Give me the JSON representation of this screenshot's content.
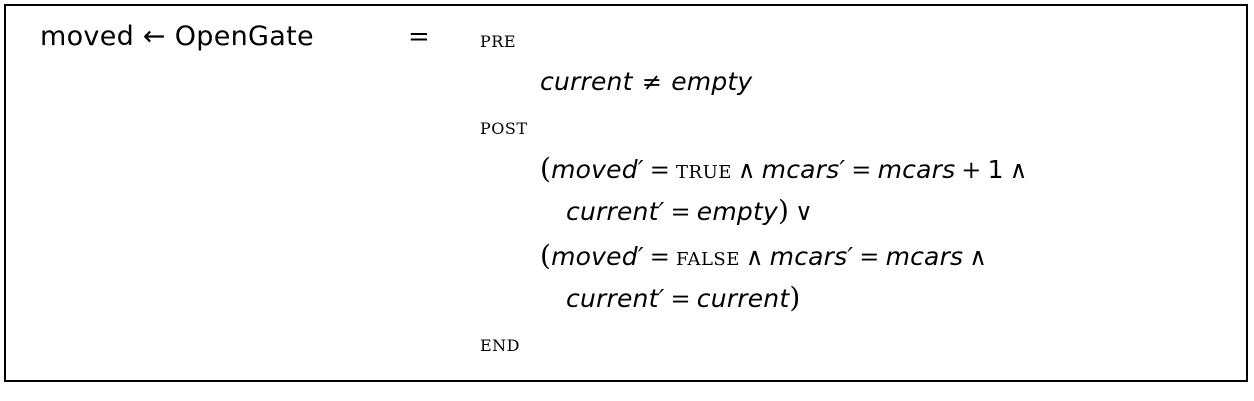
{
  "figure": {
    "signature": {
      "output_var": "moved",
      "assign_arrow": "←",
      "operation_name": "OpenGate",
      "equals": "=",
      "full_text": "moved ← OpenGate"
    },
    "keywords": {
      "pre": "PRE",
      "post": "POST",
      "end": "END"
    },
    "precondition": {
      "lhs": "current",
      "operator": "≠",
      "rhs": "empty",
      "full_text": "current ≠ empty"
    },
    "postcondition_lines": [
      {
        "id": "disjunct-1-line-1",
        "indent": "formula",
        "open_paren": "(",
        "tokens": [
          {
            "kind": "var",
            "text": "moved"
          },
          {
            "kind": "prime",
            "text": "′"
          },
          {
            "kind": "op",
            "text": "="
          },
          {
            "kind": "const",
            "text": "TRUE"
          },
          {
            "kind": "op",
            "text": "∧"
          },
          {
            "kind": "var",
            "text": "mcars"
          },
          {
            "kind": "prime",
            "text": "′"
          },
          {
            "kind": "op",
            "text": "="
          },
          {
            "kind": "var",
            "text": "mcars"
          },
          {
            "kind": "op",
            "text": "+"
          },
          {
            "kind": "num",
            "text": "1"
          },
          {
            "kind": "op",
            "text": "∧"
          }
        ],
        "full_text": "(moved′ = TRUE ∧ mcars′ = mcars + 1∧"
      },
      {
        "id": "disjunct-1-line-2",
        "indent": "continuation",
        "tokens": [
          {
            "kind": "var",
            "text": "current"
          },
          {
            "kind": "prime",
            "text": "′"
          },
          {
            "kind": "op",
            "text": "="
          },
          {
            "kind": "var",
            "text": "empty"
          },
          {
            "kind": "paren",
            "text": ")"
          },
          {
            "kind": "op",
            "text": "∨"
          }
        ],
        "full_text": "current′ = empty)∨"
      },
      {
        "id": "disjunct-2-line-1",
        "indent": "formula",
        "open_paren": "(",
        "tokens": [
          {
            "kind": "var",
            "text": "moved"
          },
          {
            "kind": "prime",
            "text": "′"
          },
          {
            "kind": "op",
            "text": "="
          },
          {
            "kind": "const",
            "text": "FALSE"
          },
          {
            "kind": "op",
            "text": "∧"
          },
          {
            "kind": "var",
            "text": "mcars"
          },
          {
            "kind": "prime",
            "text": "′"
          },
          {
            "kind": "op",
            "text": "="
          },
          {
            "kind": "var",
            "text": "mcars"
          },
          {
            "kind": "op",
            "text": "∧"
          }
        ],
        "full_text": "(moved′ = FALSE ∧ mcars′ = mcars∧"
      },
      {
        "id": "disjunct-2-line-2",
        "indent": "continuation",
        "tokens": [
          {
            "kind": "var",
            "text": "current"
          },
          {
            "kind": "prime",
            "text": "′"
          },
          {
            "kind": "op",
            "text": "="
          },
          {
            "kind": "var",
            "text": "current"
          },
          {
            "kind": "paren",
            "text": ")"
          }
        ],
        "full_text": "current′ = current)"
      }
    ],
    "colors": {
      "border": "#000000",
      "text": "#000000",
      "background": "#ffffff"
    }
  }
}
